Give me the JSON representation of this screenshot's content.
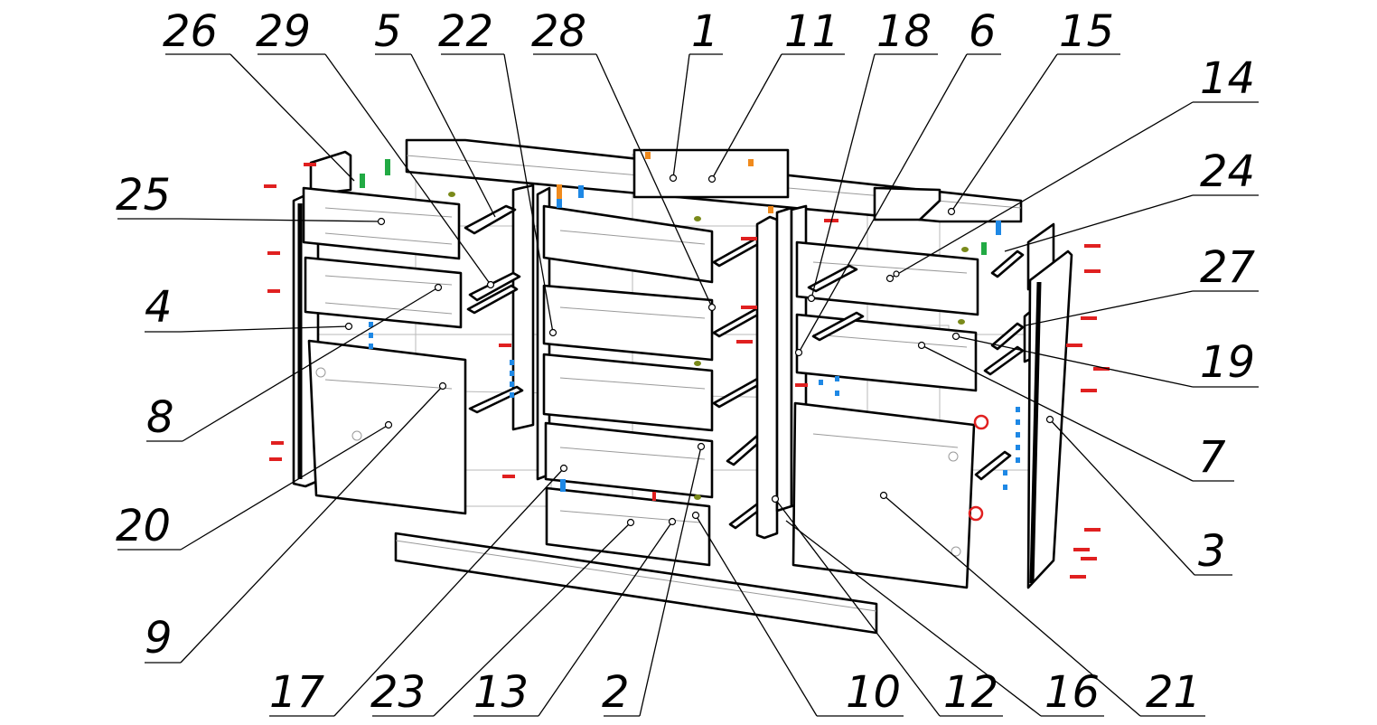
{
  "diagram": {
    "type": "exploded-assembly",
    "labels": [
      {
        "id": "l26",
        "text": "26"
      },
      {
        "id": "l29",
        "text": "29"
      },
      {
        "id": "l5",
        "text": "5"
      },
      {
        "id": "l22",
        "text": "22"
      },
      {
        "id": "l28",
        "text": "28"
      },
      {
        "id": "l1",
        "text": "1"
      },
      {
        "id": "l11",
        "text": "11"
      },
      {
        "id": "l18",
        "text": "18"
      },
      {
        "id": "l6",
        "text": "6"
      },
      {
        "id": "l15",
        "text": "15"
      },
      {
        "id": "l14",
        "text": "14"
      },
      {
        "id": "l24",
        "text": "24"
      },
      {
        "id": "l25",
        "text": "25"
      },
      {
        "id": "l27",
        "text": "27"
      },
      {
        "id": "l4",
        "text": "4"
      },
      {
        "id": "l19",
        "text": "19"
      },
      {
        "id": "l8",
        "text": "8"
      },
      {
        "id": "l7",
        "text": "7"
      },
      {
        "id": "l20",
        "text": "20"
      },
      {
        "id": "l3",
        "text": "3"
      },
      {
        "id": "l9",
        "text": "9"
      },
      {
        "id": "l17",
        "text": "17"
      },
      {
        "id": "l23",
        "text": "23"
      },
      {
        "id": "l13",
        "text": "13"
      },
      {
        "id": "l2",
        "text": "2"
      },
      {
        "id": "l10",
        "text": "10"
      },
      {
        "id": "l12",
        "text": "12"
      },
      {
        "id": "l16",
        "text": "16"
      },
      {
        "id": "l21",
        "text": "21"
      }
    ],
    "colors": {
      "line": "#000000",
      "ghost": "#b8b8b8",
      "fastener_red": "#e02020",
      "fastener_blue": "#1e88e5",
      "fastener_green": "#22aa44",
      "fastener_orange": "#f08a1c",
      "fastener_olive": "#7a8a1a"
    }
  }
}
